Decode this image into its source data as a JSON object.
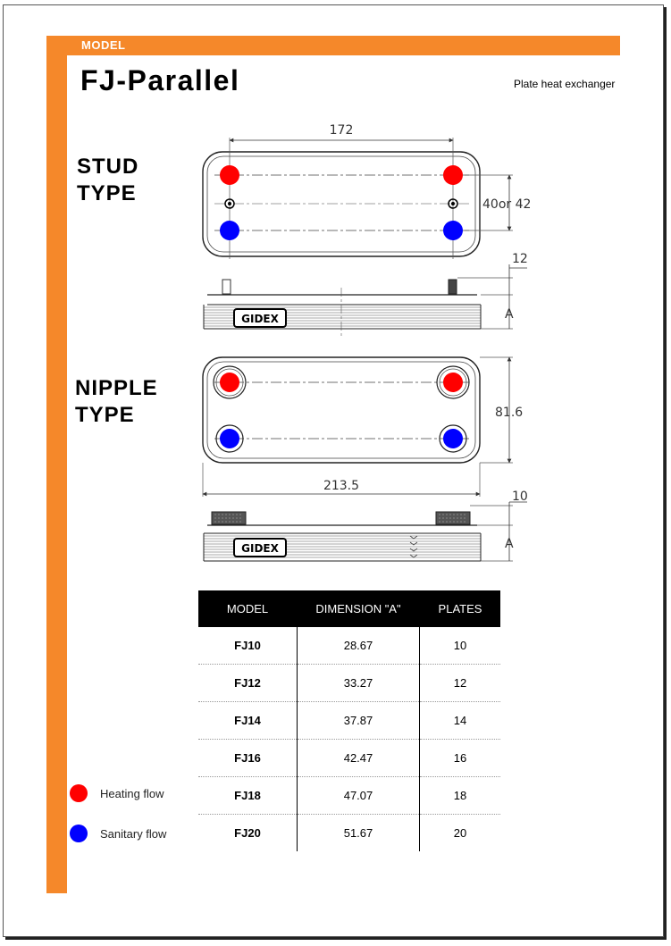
{
  "header": {
    "model_tag": "MODEL",
    "title": "FJ-Parallel",
    "subtitle": "Plate heat exchanger"
  },
  "stud": {
    "label_line1": "STUD",
    "label_line2": "TYPE",
    "dim_width": "172",
    "dim_height": "40or 42",
    "dim_stud": "12",
    "dim_a": "A",
    "brand": "GIDEX"
  },
  "nipple": {
    "label_line1": "NIPPLE",
    "label_line2": "TYPE",
    "dim_height": "81.6",
    "dim_width": "213.5",
    "dim_nipple": "10",
    "dim_a": "A",
    "brand": "GIDEX"
  },
  "table": {
    "headers": [
      "MODEL",
      "DIMENSION \"A\"",
      "PLATES"
    ],
    "rows": [
      {
        "model": "FJ10",
        "dimension": "28.67",
        "plates": "10"
      },
      {
        "model": "FJ12",
        "dimension": "33.27",
        "plates": "12"
      },
      {
        "model": "FJ14",
        "dimension": "37.87",
        "plates": "14"
      },
      {
        "model": "FJ16",
        "dimension": "42.47",
        "plates": "16"
      },
      {
        "model": "FJ18",
        "dimension": "47.07",
        "plates": "18"
      },
      {
        "model": "FJ20",
        "dimension": "51.67",
        "plates": "20"
      }
    ]
  },
  "legend": [
    {
      "label": "Heating flow",
      "color": "#ff0000"
    },
    {
      "label": "Sanitary flow",
      "color": "#0000ff"
    }
  ],
  "colors": {
    "accent": "#f5882a",
    "heating": "#ff0000",
    "sanitary": "#0000ff"
  }
}
